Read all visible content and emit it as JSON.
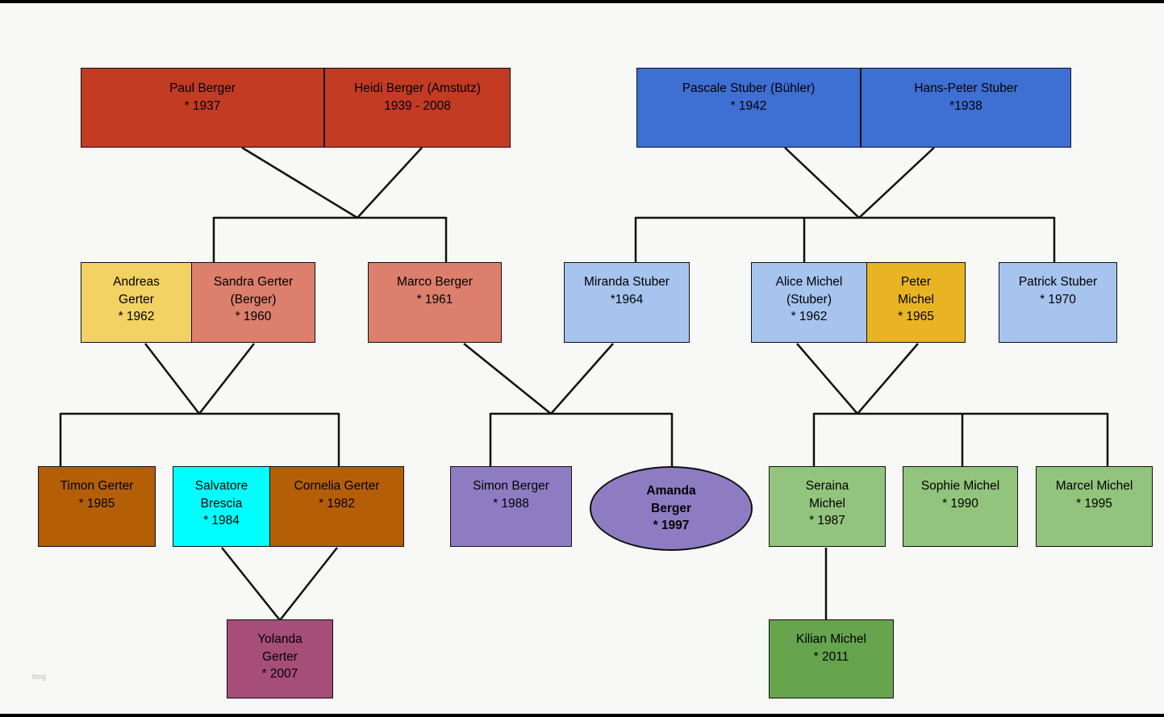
{
  "page": {
    "watermark": "blog"
  },
  "colors": {
    "red": "#c23b22",
    "blue": "#3e6fd3",
    "yellow_light": "#f2d263",
    "salmon": "#dc7f6c",
    "blue_light": "#a7c4ef",
    "gold": "#e9b424",
    "brown": "#b45f06",
    "cyan": "#00ffff",
    "purple": "#8e7cc3",
    "green_light": "#93c47d",
    "green_dark": "#66a44e",
    "magenta": "#a64d79"
  },
  "nodes": {
    "paul": {
      "name": "Paul Berger",
      "sub": "* 1937"
    },
    "heidi": {
      "name": "Heidi Berger (Amstutz)",
      "sub": "1939 - 2008"
    },
    "pascale": {
      "name": "Pascale Stuber (Bühler)",
      "sub": "* 1942"
    },
    "hanspeter": {
      "name": "Hans-Peter Stuber",
      "sub": "*1938"
    },
    "andreas": {
      "name": "Andreas Gerter",
      "sub": "* 1962"
    },
    "sandra": {
      "name": "Sandra Gerter (Berger)",
      "sub": "* 1960"
    },
    "marco": {
      "name": "Marco Berger",
      "sub": "* 1961"
    },
    "miranda": {
      "name": "Miranda Stuber",
      "sub": "*1964"
    },
    "alice": {
      "name": "Alice Michel (Stuber)",
      "sub": "* 1962"
    },
    "peter": {
      "name": "Peter Michel",
      "sub": "* 1965"
    },
    "patrick": {
      "name": "Patrick Stuber",
      "sub": "* 1970"
    },
    "timon": {
      "name": "Timon Gerter",
      "sub": "* 1985"
    },
    "salvatore": {
      "name": "Salvatore Brescia",
      "sub": "* 1984"
    },
    "cornelia": {
      "name": "Cornelia Gerter",
      "sub": "* 1982"
    },
    "simon": {
      "name": "Simon Berger",
      "sub": "* 1988"
    },
    "amanda": {
      "name": "Amanda Berger",
      "sub": "* 1997"
    },
    "seraina": {
      "name": "Seraina Michel",
      "sub": "* 1987"
    },
    "sophie": {
      "name": "Sophie Michel",
      "sub": "* 1990"
    },
    "marcel": {
      "name": "Marcel Michel",
      "sub": "* 1995"
    },
    "yolanda": {
      "name": "Yolanda Gerter",
      "sub": "* 2007"
    },
    "kilian": {
      "name": "Kilian Michel",
      "sub": "* 2011"
    }
  }
}
